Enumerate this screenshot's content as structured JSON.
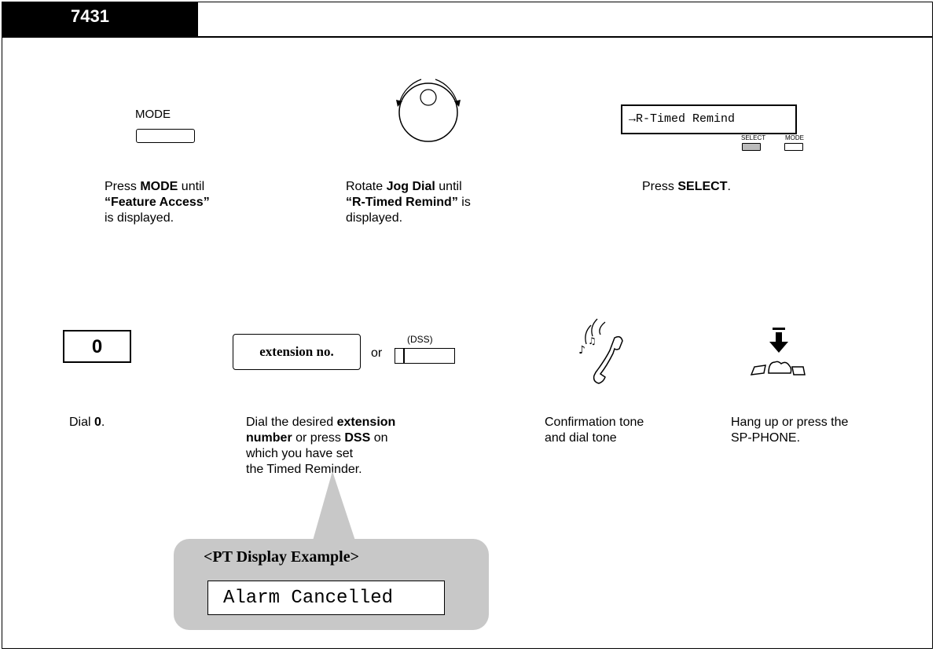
{
  "header": {
    "number": "7431"
  },
  "step1": {
    "key_label": "MODE",
    "text_a": "Press ",
    "text_b": "MODE",
    "text_c": " until",
    "text_d": "“Feature Access”",
    "text_e": "is displayed."
  },
  "step2": {
    "text_a": "Rotate ",
    "text_b": "Jog Dial",
    "text_c": " until",
    "text_d": "“R-Timed Remind”",
    "text_e": " is",
    "text_f": "displayed."
  },
  "step3": {
    "lcd_text": "→R-Timed Remind",
    "select_label": "SELECT",
    "mode_label": "MODE",
    "text_a": "Press ",
    "text_b": "SELECT",
    "text_c": "."
  },
  "step4": {
    "digit": "0",
    "text_a": "Dial ",
    "text_b": "0",
    "text_c": "."
  },
  "step5": {
    "ext_box": "extension no.",
    "or": "or",
    "dss_label": "(DSS)",
    "line1_a": "Dial the desired ",
    "line1_b": "extension",
    "line2_a": "number",
    "line2_b": " or press ",
    "line2_c": "DSS",
    "line2_d": " on",
    "line3": "which you have set",
    "line4": "the Timed Reminder."
  },
  "step6": {
    "line1": "Confirmation tone",
    "line2": "and dial tone"
  },
  "step7": {
    "line1": "Hang up or press the",
    "line2": "SP-PHONE."
  },
  "callout": {
    "title": "<PT Display Example>",
    "lcd_text": "Alarm Cancelled",
    "bg_color": "#c8c8c8"
  },
  "icons": {
    "jog_dial": "jog-dial-icon",
    "handset": "handset-tone-icon",
    "hangup": "hang-up-icon"
  }
}
